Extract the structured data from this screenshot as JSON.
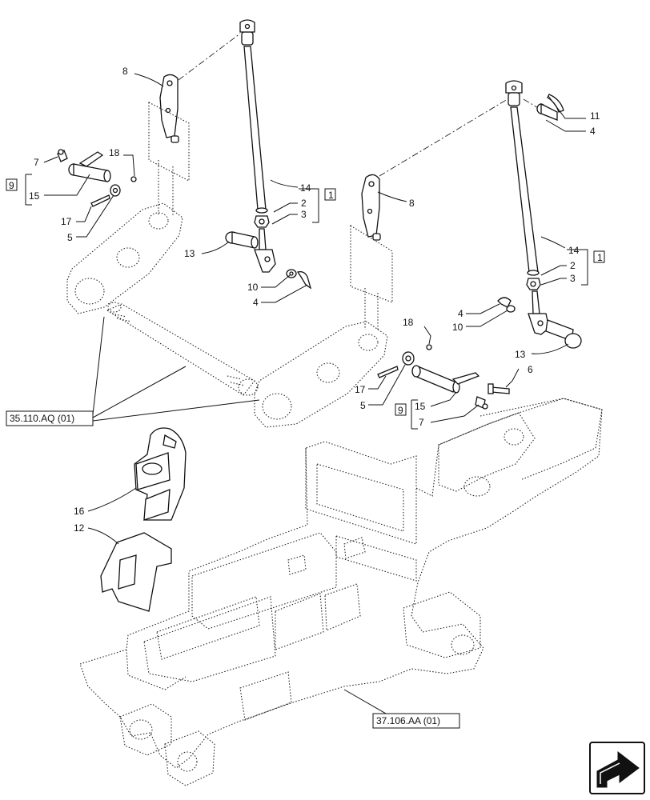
{
  "callouts": {
    "c1_a": "1",
    "c1_b": "1",
    "c2_a": "2",
    "c2_b": "2",
    "c3_a": "3",
    "c3_b": "3",
    "c4_a": "4",
    "c4_b": "4",
    "c4_c": "4",
    "c5_a": "5",
    "c5_b": "5",
    "c6": "6",
    "c7_a": "7",
    "c7_b": "7",
    "c8_a": "8",
    "c8_b": "8",
    "c9_a": "9",
    "c9_b": "9",
    "c10_a": "10",
    "c10_b": "10",
    "c11": "11",
    "c12": "12",
    "c13_a": "13",
    "c13_b": "13",
    "c14_a": "14",
    "c14_b": "14",
    "c15_a": "15",
    "c15_b": "15",
    "c16": "16",
    "c17_a": "17",
    "c17_b": "17",
    "c18_a": "18",
    "c18_b": "18"
  },
  "references": {
    "ref_lift_arm": "35.110.AQ (01)",
    "ref_frame": "37.106.AA (01)"
  },
  "nav_icon": "next-page-arrow-icon"
}
